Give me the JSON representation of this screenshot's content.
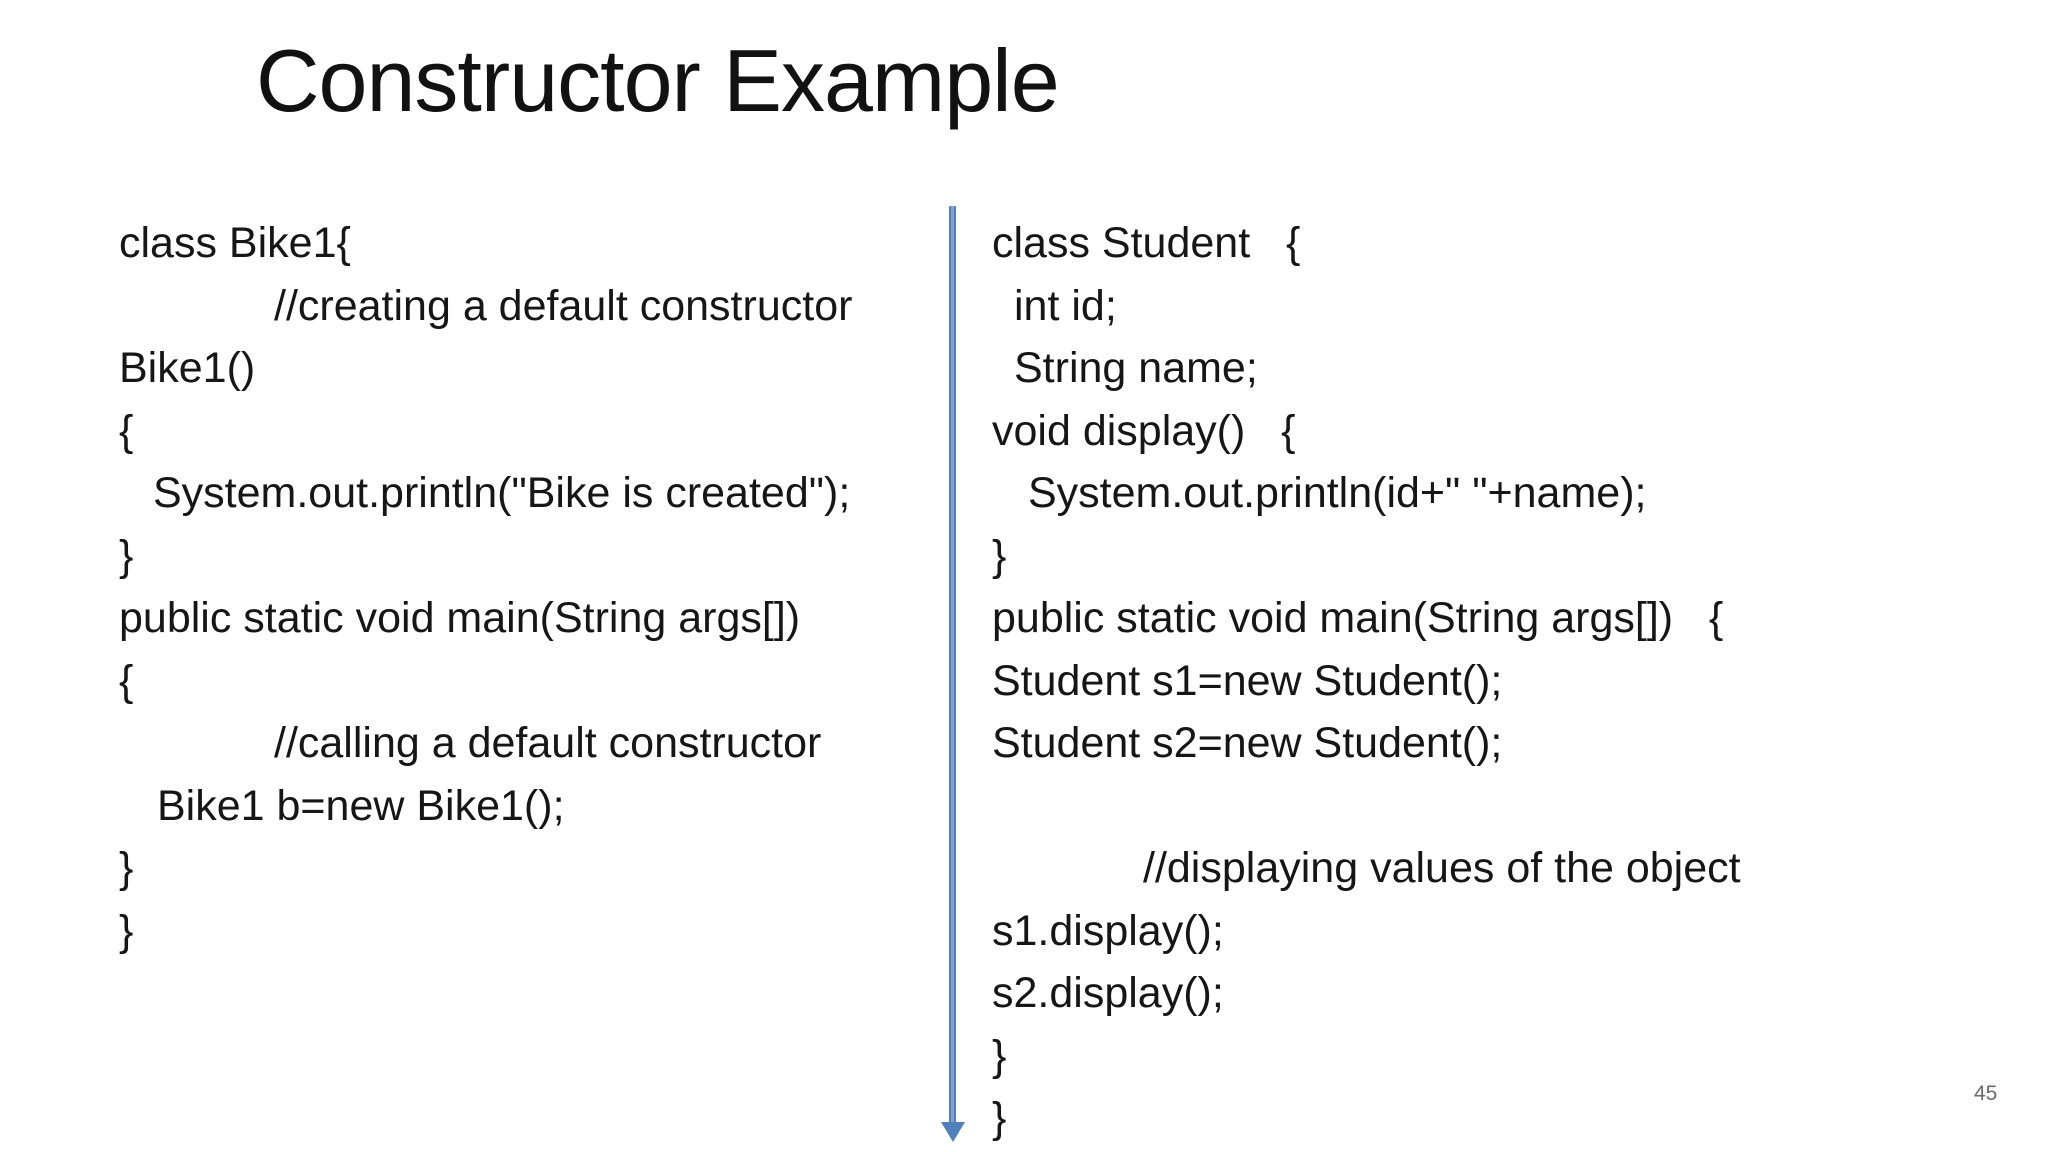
{
  "slide": {
    "title": "Constructor Example",
    "page_number": "45"
  },
  "divider": {
    "color": "#4f81bd",
    "shape": "vertical-line-with-down-arrow"
  },
  "left_code": {
    "lines": [
      {
        "t": "class Bike1{",
        "i": 0
      },
      {
        "t": "//creating a default constructor",
        "i": 155
      },
      {
        "t": "Bike1()",
        "i": 0
      },
      {
        "t": "{",
        "i": 0
      },
      {
        "t": "System.out.println(\"Bike is created\");",
        "i": 34
      },
      {
        "t": "}",
        "i": 0
      },
      {
        "t": "public static void main(String args[])",
        "i": 0
      },
      {
        "t": "{",
        "i": 0
      },
      {
        "t": "//calling a default constructor",
        "i": 155
      },
      {
        "t": "Bike1 b=new Bike1();",
        "i": 38
      },
      {
        "t": "}",
        "i": 0
      },
      {
        "t": "}",
        "i": 0
      }
    ]
  },
  "right_code": {
    "lines": [
      {
        "t": "class Student   {",
        "i": 0
      },
      {
        "t": "int id;",
        "i": 22
      },
      {
        "t": "String name;",
        "i": 22
      },
      {
        "t": "void display()   {",
        "i": 0
      },
      {
        "t": "System.out.println(id+\" \"+name);",
        "i": 36
      },
      {
        "t": "}",
        "i": 0
      },
      {
        "t": "public static void main(String args[])   {",
        "i": 0
      },
      {
        "t": "Student s1=new Student();",
        "i": 0
      },
      {
        "t": "Student s2=new Student();",
        "i": 0
      },
      {
        "t": "",
        "i": 0
      },
      {
        "t": "//displaying values of the object",
        "i": 151
      },
      {
        "t": "s1.display();",
        "i": 0
      },
      {
        "t": "s2.display();",
        "i": 0
      },
      {
        "t": "}",
        "i": 0
      },
      {
        "t": "}",
        "i": 0
      }
    ]
  }
}
